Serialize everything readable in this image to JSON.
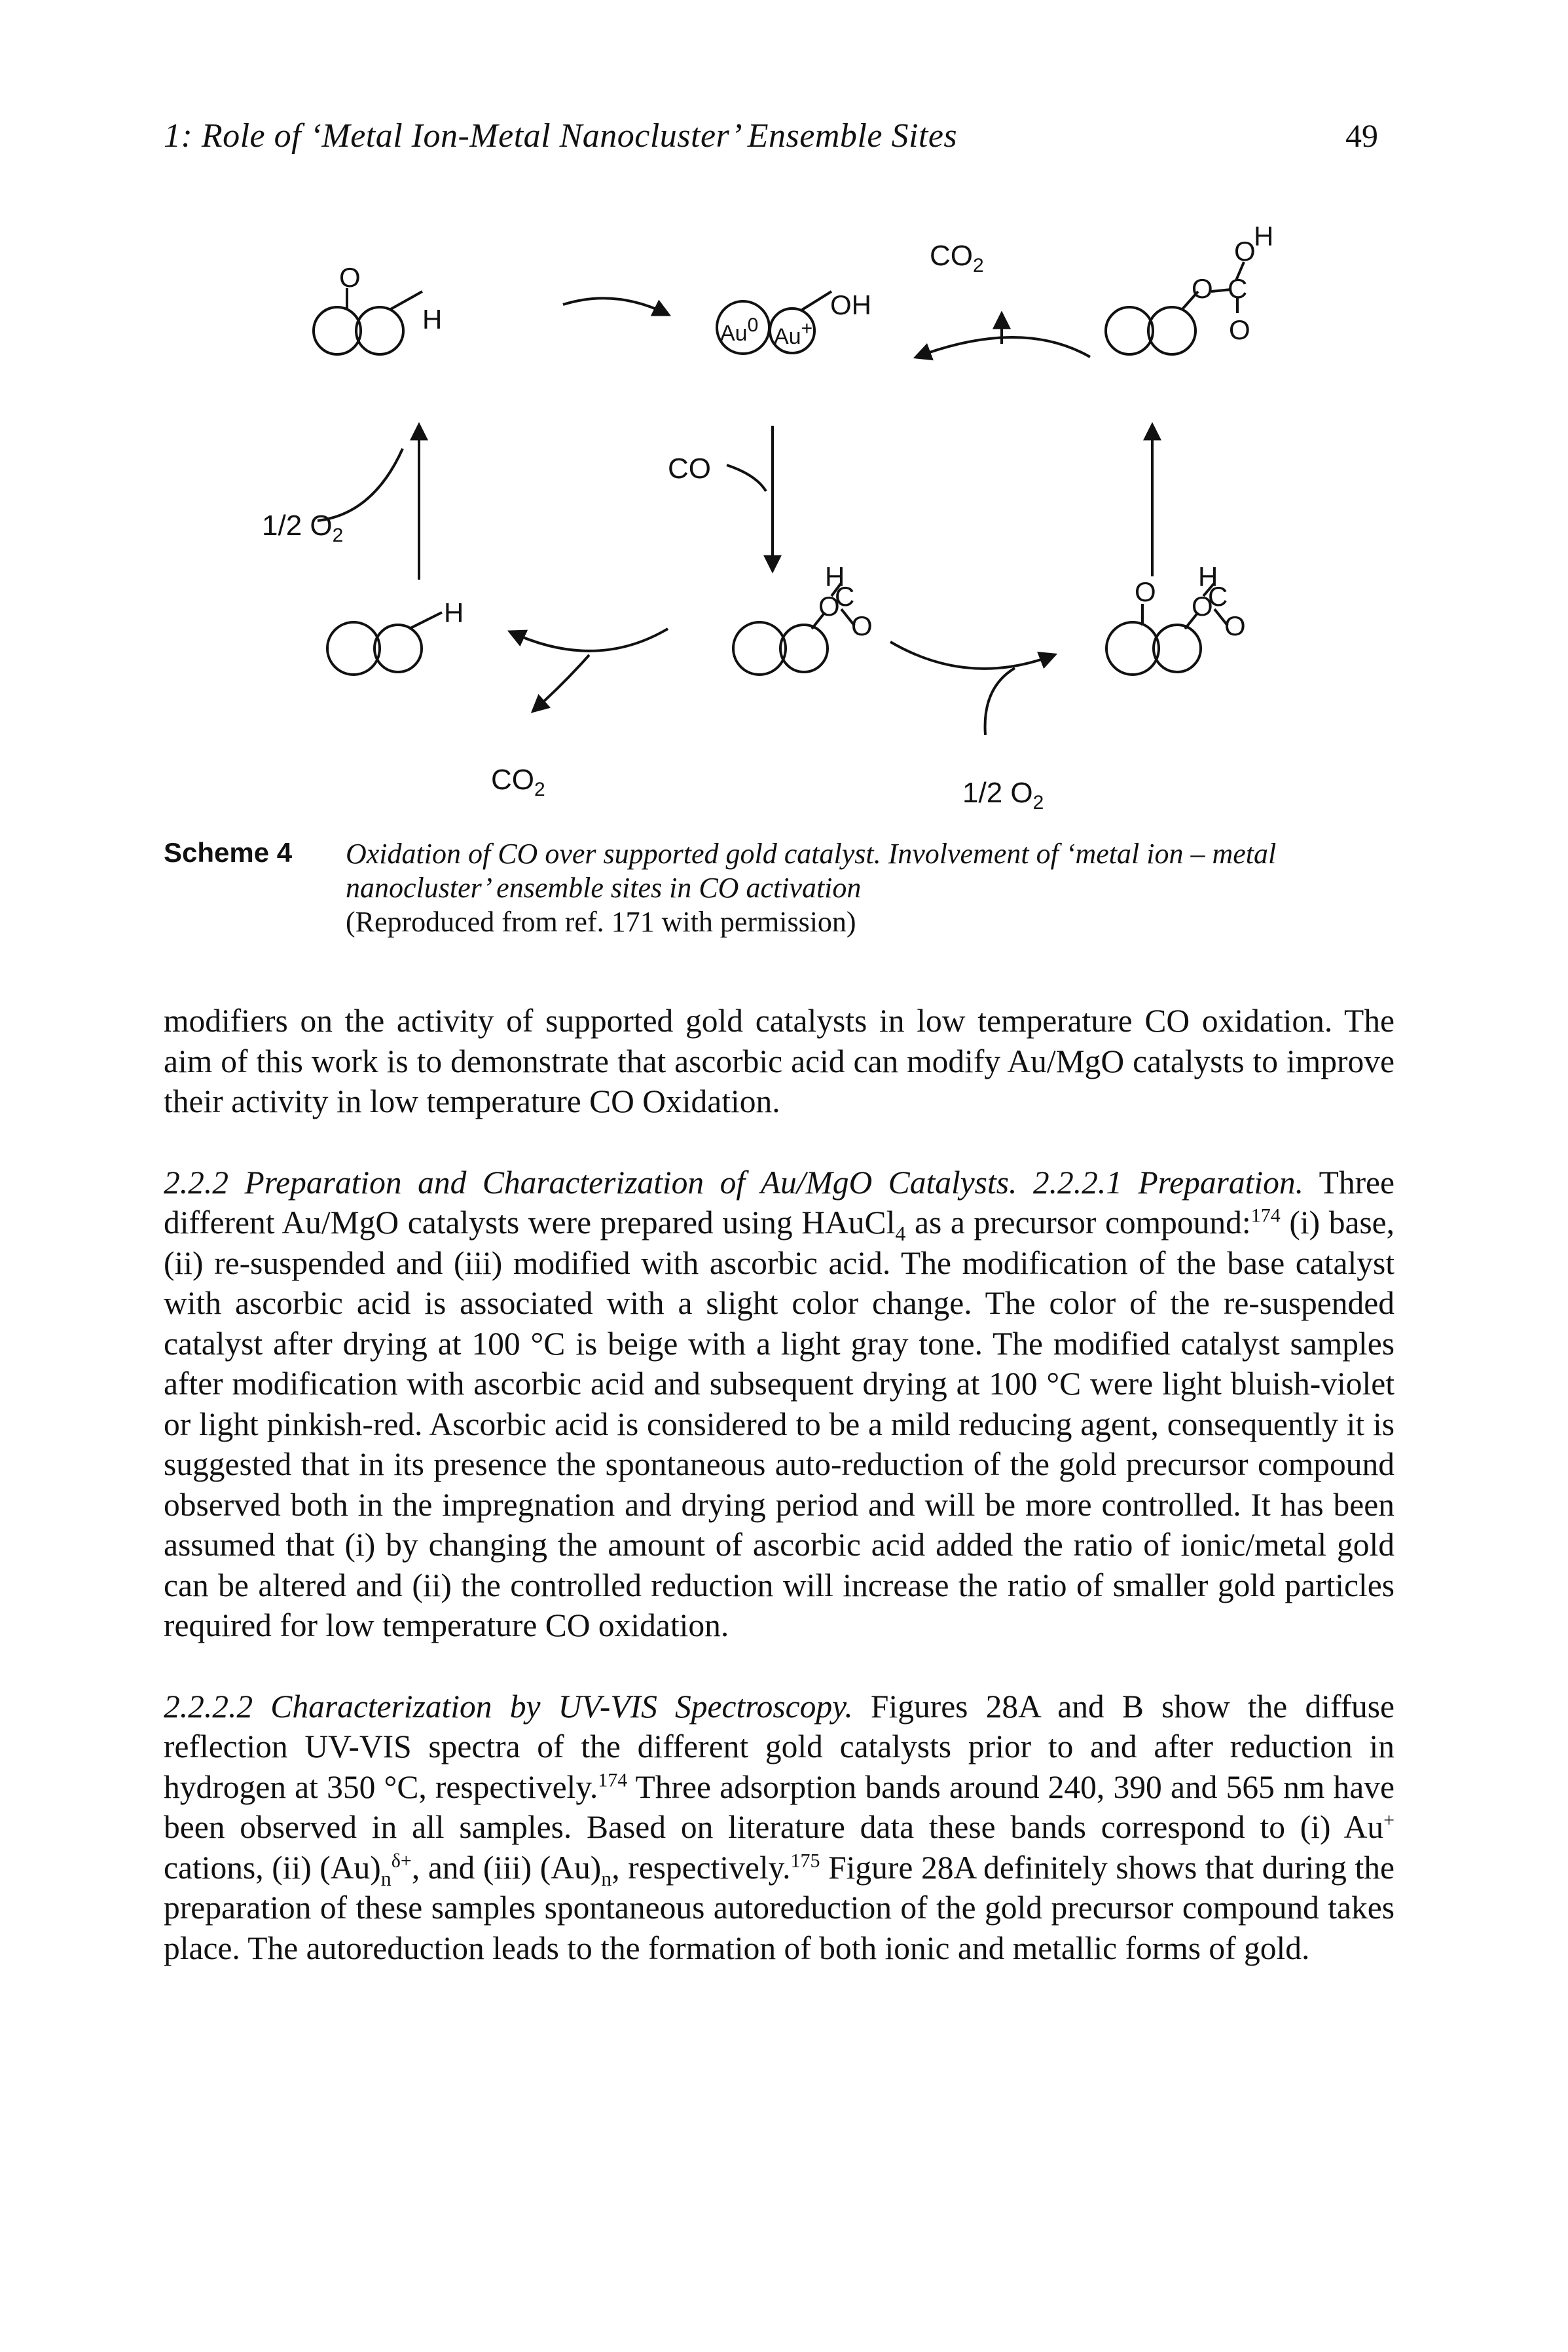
{
  "header": {
    "running_title": "1: Role of ‘Metal Ion-Metal Nanocluster’ Ensemble Sites",
    "page_number": "49"
  },
  "scheme": {
    "labels": {
      "co2_top": "CO",
      "co2_top_sub": "2",
      "half_o2_left": "1/2 O",
      "half_o2_left_sub": "2",
      "co_middle": "CO",
      "co2_bottom": "CO",
      "co2_bottom_sub": "2",
      "half_o2_bottom": "1/2 O",
      "half_o2_bottom_sub": "2",
      "au0": "Au",
      "au0_sup": "0",
      "au_plus": "Au",
      "au_plus_sup": "+"
    },
    "atoms": {
      "H": "H",
      "O": "O",
      "C": "C",
      "OH": "OH"
    },
    "caption_label": "Scheme 4",
    "caption_line1": "Oxidation of CO over supported gold catalyst. Involvement of ‘metal ion – metal",
    "caption_line2": "nanocluster’ ensemble sites in CO activation",
    "caption_credit": "(Reproduced from ref. 171 with permission)"
  },
  "body": {
    "p1": "modifiers on the activity of supported gold catalysts in low temperature CO oxidation. The aim of this work is to demonstrate that ascorbic acid can modify Au/MgO catalysts to improve their activity in low temperature CO Oxidation.",
    "p2_heading": "2.2.2 Preparation and Characterization of Au/MgO Catalysts. 2.2.2.1 Preparation.",
    "p2_a": "Three different Au/MgO catalysts were prepared using HAuCl",
    "p2_a_sub": "4",
    "p2_b": "as a precursor compound:",
    "p2_b_ref": "174",
    "p2_c": "(i) base, (ii) re-suspended and (iii) modified with ascorbic acid. The modification of the base catalyst with ascorbic acid is associated with a slight color change. The color of the re-suspended catalyst after drying at 100 °C is beige with a light gray tone. The modified catalyst samples after modification with ascorbic acid and subsequent drying at 100 °C were light bluish-violet or light pinkish-red. Ascorbic acid is considered to be a mild reducing agent, consequently it is suggested that in its presence the spontaneous auto-reduction of the gold precursor compound observed both in the impregnation and drying period and will be more controlled. It has been assumed that (i) by changing the amount of ascorbic acid added the ratio of ionic/metal gold can be altered and (ii) the controlled reduction will increase the ratio of smaller gold particles required for low temperature CO oxidation.",
    "p3_heading": "2.2.2.2 Characterization by UV-VIS Spectroscopy.",
    "p3_a": "Figures 28A and B show the diffuse reflection UV-VIS spectra of the different gold catalysts prior to and after reduction in hydrogen at 350 °C, respectively.",
    "p3_a_ref": "174",
    "p3_b": "Three adsorption bands around 240, 390 and 565 nm have been observed in all samples. Based on literature data these bands correspond to (i) Au",
    "p3_b_sup": "+",
    "p3_c": "cations, (ii) (Au)",
    "p3_c_sub": "n",
    "p3_c_sup": "δ+",
    "p3_d": ", and (iii) (Au)",
    "p3_d_sub": "n",
    "p3_e": ", respectively.",
    "p3_e_ref": "175",
    "p3_f": "Figure 28A definitely shows that during the preparation of these samples spontaneous autoreduction of the gold precursor compound takes place. The autoreduction leads to the formation of both ionic and metallic forms of gold."
  }
}
